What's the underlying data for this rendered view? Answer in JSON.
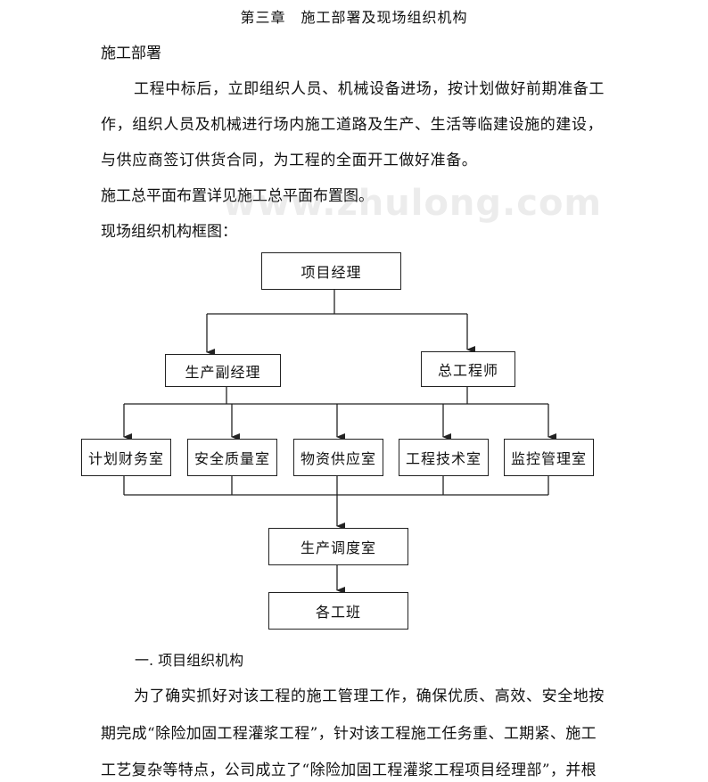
{
  "doc": {
    "title": "第三章　施工部署及现场组织机构",
    "section_heading": "施工部署",
    "para1": [
      "工程中标后，立即组织人员、机械设备进场，按计划做好前期准备工",
      "作，组织人员及机械进行场内施工道路及生产、生活等临建设施的建设，",
      "与供应商签订供货合同，为工程的全面开工做好准备。"
    ],
    "para2": "施工总平面布置详见施工总平面布置图。",
    "para3": "现场组织机构框图：",
    "watermark": "www.zhulong.com",
    "subsection": "一. 项目组织机构",
    "para4": [
      "为了确实抓好对该工程的施工管理工作，确保优质、高效、安全地按",
      "期完成“除险加固工程灌浆工程”，针对该工程施工任务重、工期紧、施工",
      "工艺复杂等特点，公司成立了“除险加固工程灌浆工程项目经理部”，并根"
    ]
  },
  "org_chart": {
    "top": "项目经理",
    "level2": [
      "生产副经理",
      "总工程师"
    ],
    "level3": [
      "计划财务室",
      "安全质量室",
      "物资供应室",
      "工程技术室",
      "监控管理室"
    ],
    "level4": "生产调度室",
    "level5": "各工班"
  }
}
